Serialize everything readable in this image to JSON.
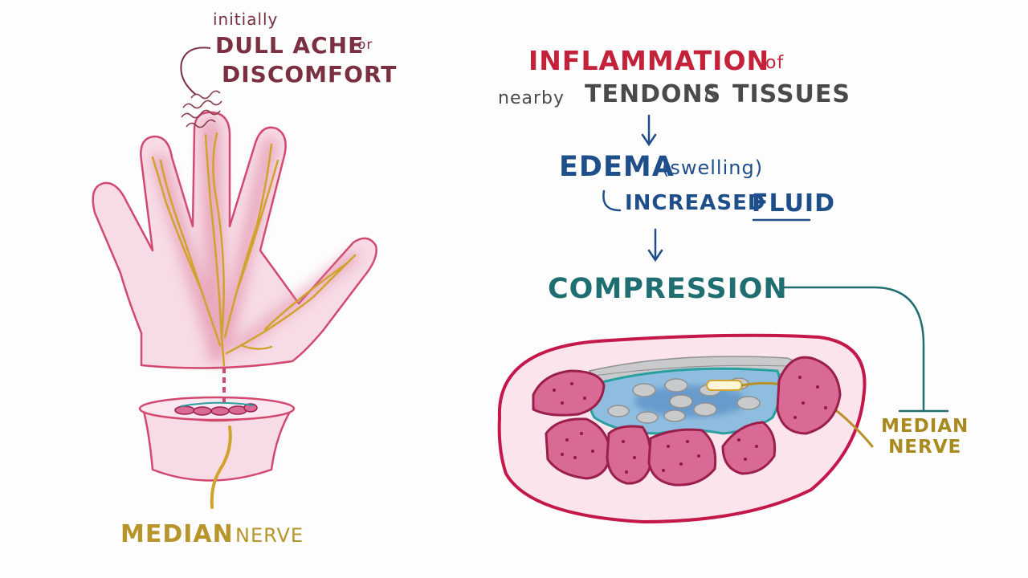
{
  "annotation": {
    "initially": "initially",
    "dull_ache": "DULL ACHE",
    "or": "or",
    "discomfort": "DISCOMFORT"
  },
  "flow": {
    "inflammation": "INFLAMMATION",
    "of": "of",
    "nearby": "nearby",
    "tendons": "TENDONS",
    "amp": "&",
    "tissues": "TISSUES",
    "edema": "EDEMA",
    "swelling": "(swelling)",
    "increased": "INCREASED",
    "fluid": "FLUID",
    "compression": "COMPRESSION"
  },
  "labels": {
    "median_nerve_right": "MEDIAN\nNERVE",
    "median_left": "MEDIAN",
    "nerve_left": "NERVE"
  },
  "colors": {
    "hand_fill": "#f7dbe6",
    "hand_stroke": "#d2486e",
    "nerve": "#d0a32c",
    "inflammation": "#c4213b",
    "edema": "#1f4f8a",
    "compression": "#1f6e72",
    "text_dark": "#4a4a4a",
    "annotation": "#7a3040",
    "bone_fill": "#d96a95",
    "bone_stroke": "#9a1f4a",
    "canal_fill": "#7fb0d6",
    "canal_outline": "#2a9fa0",
    "tendon": "#a7a9ac"
  }
}
